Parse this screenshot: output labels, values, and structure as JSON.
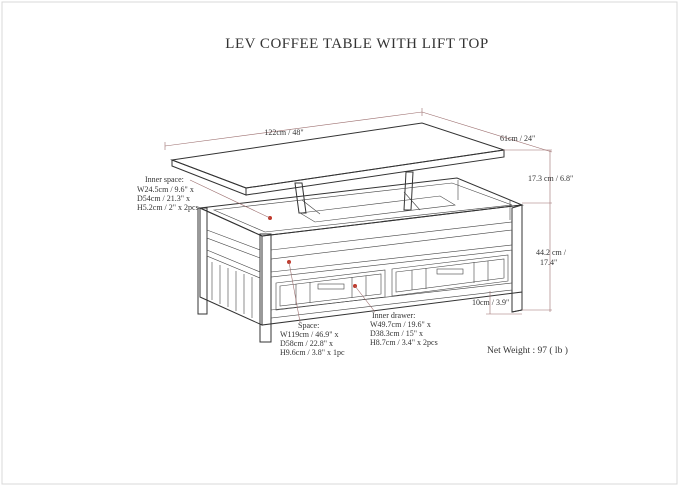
{
  "title": "LEV COFFEE TABLE WITH LIFT TOP",
  "dimensions": {
    "width": "122cm / 48\"",
    "depth": "61cm / 24\"",
    "lift": "17.3 cm / 6.8\"",
    "height_line1": "44.2 cm /",
    "height_line2": "17.4\"",
    "clearance": "10cm / 3.9\""
  },
  "inner_space": {
    "heading": "Inner space:",
    "lines": [
      "W24.5cm / 9.6\" x",
      "D54cm / 21.3\" x",
      "H5.2cm / 2\" x 2pcs"
    ]
  },
  "space": {
    "heading": "Space:",
    "lines": [
      "W119cm / 46.9\" x",
      "D58cm / 22.8\" x",
      "H9.6cm / 3.8\" x 1pc"
    ]
  },
  "inner_drawer": {
    "heading": "Inner drawer:",
    "lines": [
      "W49.7cm / 19.6\" x",
      "D38.3cm / 15\" x",
      "H8.7cm / 3.4\" x 2pcs"
    ]
  },
  "net_weight": "Net Weight : 97 ( lb )",
  "colors": {
    "dimension_line": "#9b6d6d",
    "marker": "#c0392b",
    "ink": "#333333"
  }
}
